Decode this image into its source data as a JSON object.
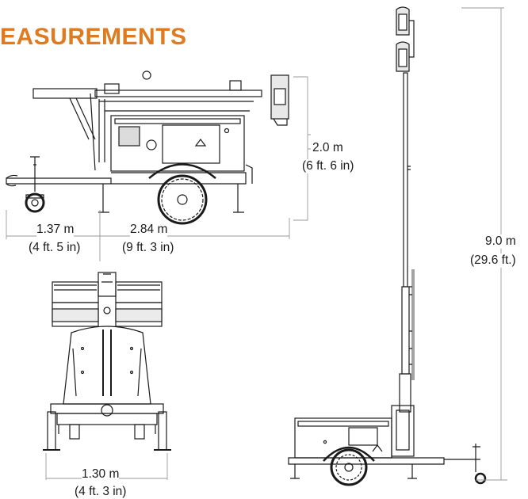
{
  "heading": "EASUREMENTS",
  "colors": {
    "accent": "#e07a1f",
    "line": "#1a1a1a",
    "dim_line": "#9a9a9a"
  },
  "dimensions": {
    "height_trailer": {
      "metric": "2.0 m",
      "imperial": "(6 ft. 6 in)"
    },
    "hitch_to_axle": {
      "metric": "1.37 m",
      "imperial": "(4 ft. 5 in)"
    },
    "trailer_length": {
      "metric": "2.84 m",
      "imperial": "(9 ft. 3 in)"
    },
    "mast_height": {
      "metric": "9.0 m",
      "imperial": "(29.6 ft.)"
    },
    "trailer_width": {
      "metric": "1.30 m",
      "imperial": "(4 ft. 3 in)"
    }
  }
}
